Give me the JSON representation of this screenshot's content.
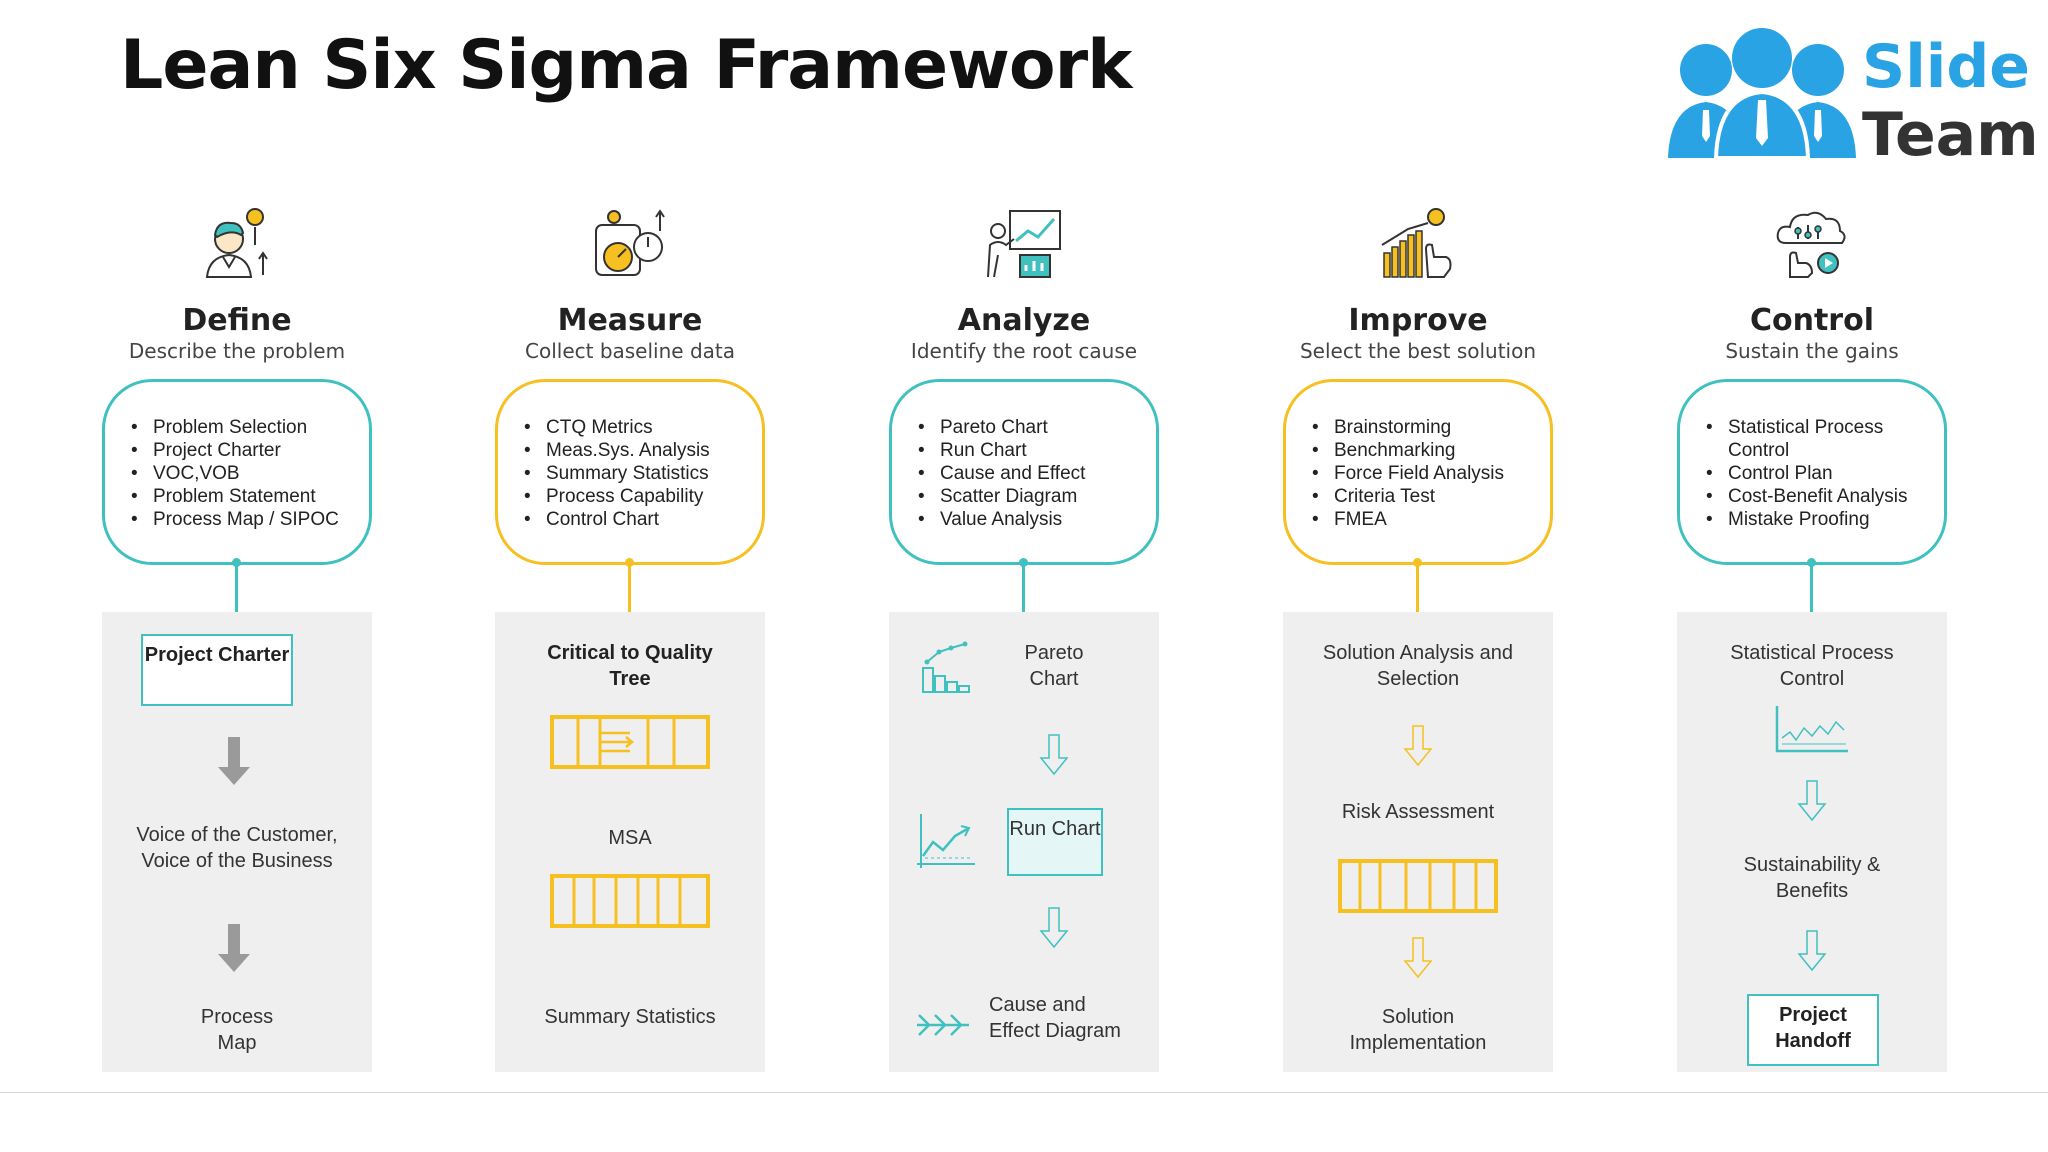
{
  "title": "Lean Six Sigma Framework",
  "logo": {
    "line1": "Slide",
    "line2": "Team"
  },
  "colors": {
    "teal": "#40c1c0",
    "yellow": "#f5c020",
    "panel": "#efefef",
    "logo_blue": "#29a3e3"
  },
  "columns": [
    {
      "title": "Define",
      "subtitle": "Describe the problem",
      "icon": "person-idea-icon",
      "items": [
        "Problem Selection",
        "Project Charter",
        "VOC,VOB",
        "Problem Statement",
        "Process Map / SIPOC"
      ],
      "steps": [
        "Project Charter",
        "Voice of the Customer, Voice of the Business",
        "Process Map"
      ]
    },
    {
      "title": "Measure",
      "subtitle": "Collect baseline data",
      "icon": "gauge-measure-icon",
      "items": [
        "CTQ Metrics",
        "Meas.Sys. Analysis",
        "Summary Statistics",
        "Process Capability",
        "Control Chart"
      ],
      "steps": [
        "Critical to Quality Tree",
        "MSA",
        "Summary Statistics"
      ]
    },
    {
      "title": "Analyze",
      "subtitle": "Identify the root cause",
      "icon": "presentation-analysis-icon",
      "items": [
        "Pareto Chart",
        "Run Chart",
        "Cause and Effect",
        "Scatter Diagram",
        "Value Analysis"
      ],
      "steps": [
        "Pareto Chart",
        "Run Chart",
        "Cause and Effect Diagram"
      ]
    },
    {
      "title": "Improve",
      "subtitle": "Select the best solution",
      "icon": "growth-chart-hand-icon",
      "items": [
        "Brainstorming",
        "Benchmarking",
        "Force Field Analysis",
        "Criteria Test",
        "FMEA"
      ],
      "steps": [
        "Solution Analysis and Selection",
        "Risk Assessment",
        "Solution Implementation"
      ]
    },
    {
      "title": "Control",
      "subtitle": "Sustain the gains",
      "icon": "cloud-control-icon",
      "items": [
        "Statistical Process Control",
        "Control Plan",
        "Cost-Benefit Analysis",
        "Mistake Proofing"
      ],
      "steps": [
        "Statistical Process Control",
        "Sustainability & Benefits",
        "Project Handoff"
      ]
    }
  ]
}
